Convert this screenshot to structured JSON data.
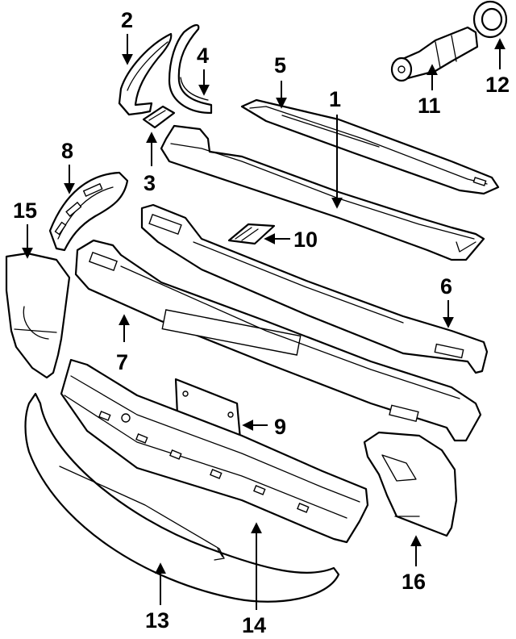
{
  "callouts": [
    {
      "id": "1",
      "label": "1"
    },
    {
      "id": "2",
      "label": "2"
    },
    {
      "id": "3",
      "label": "3"
    },
    {
      "id": "4",
      "label": "4"
    },
    {
      "id": "5",
      "label": "5"
    },
    {
      "id": "6",
      "label": "6"
    },
    {
      "id": "7",
      "label": "7"
    },
    {
      "id": "8",
      "label": "8"
    },
    {
      "id": "9",
      "label": "9"
    },
    {
      "id": "10",
      "label": "10"
    },
    {
      "id": "11",
      "label": "11"
    },
    {
      "id": "12",
      "label": "12"
    },
    {
      "id": "13",
      "label": "13"
    },
    {
      "id": "14",
      "label": "14"
    },
    {
      "id": "15",
      "label": "15"
    },
    {
      "id": "16",
      "label": "16"
    }
  ],
  "colors": {
    "line": "#000000",
    "background": "#ffffff"
  }
}
